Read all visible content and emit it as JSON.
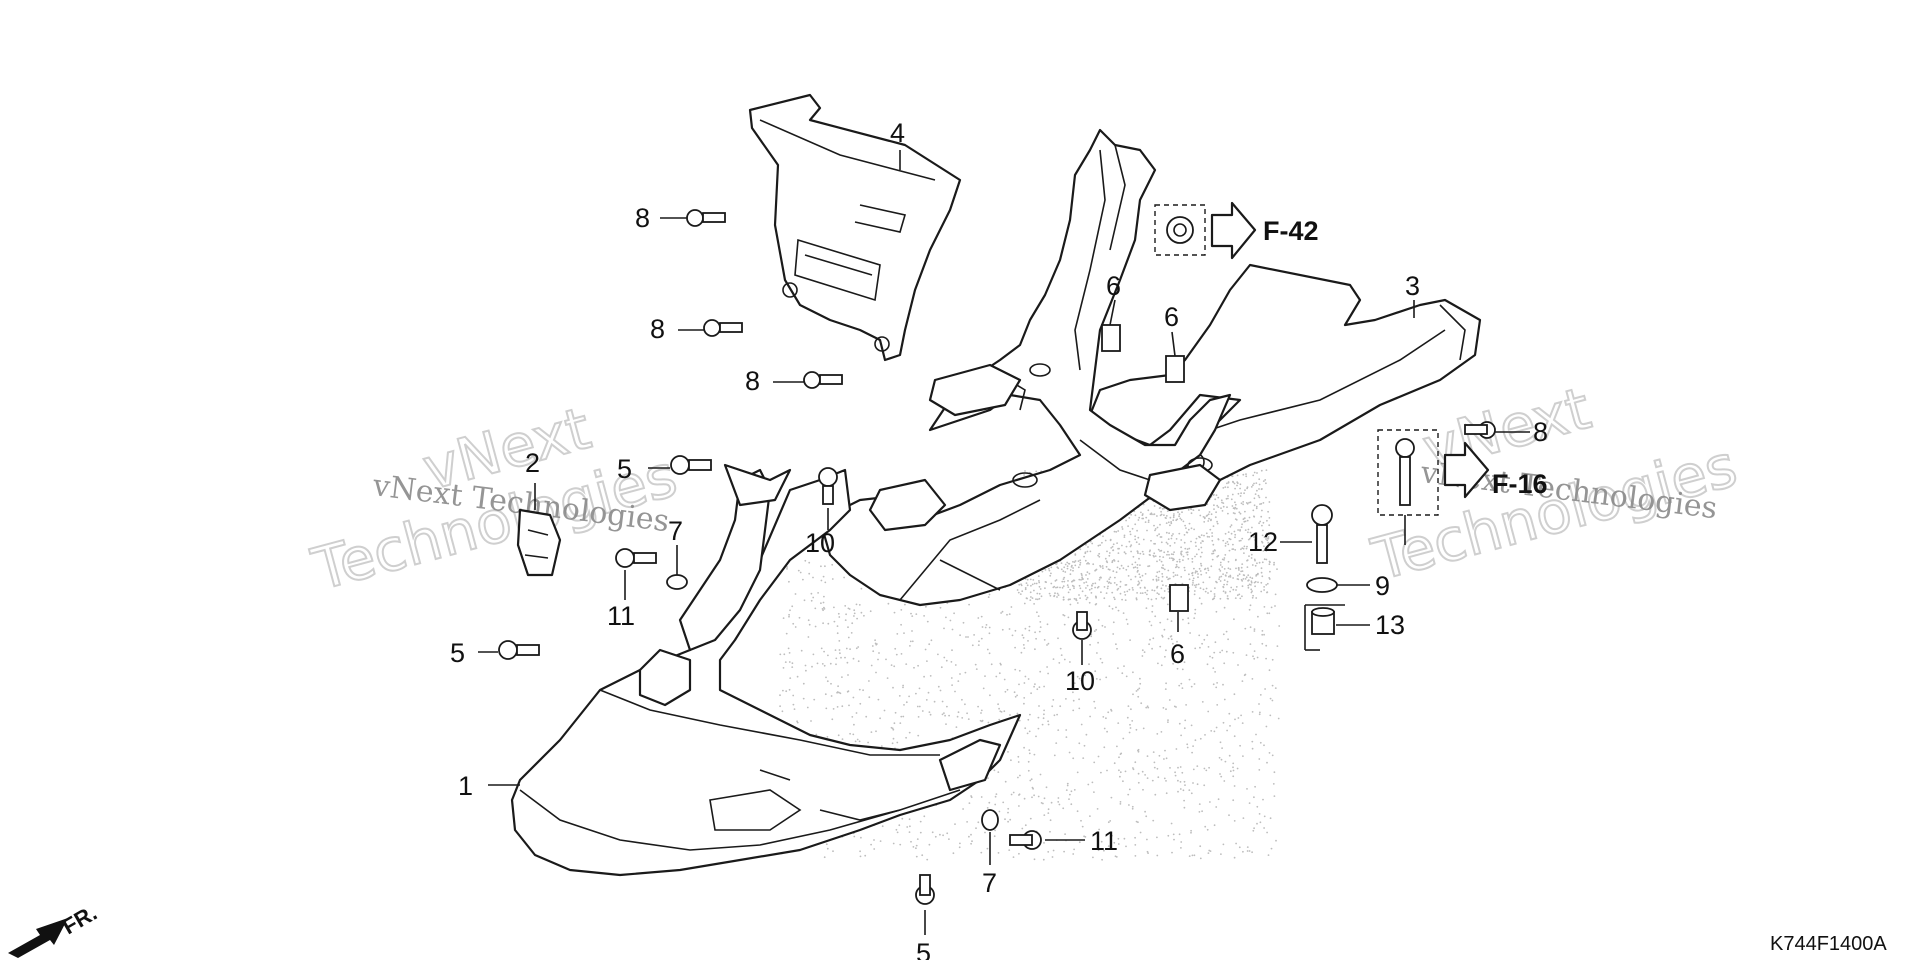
{
  "diagram": {
    "figure_code": "K744F1400A",
    "direction_label": "FR.",
    "refs": {
      "f42": "F-42",
      "f16": "F-16"
    },
    "callouts": {
      "c1": "1",
      "c2": "2",
      "c3": "3",
      "c4": "4",
      "c5a": "5",
      "c5b": "5",
      "c5c": "5",
      "c6a": "6",
      "c6b": "6",
      "c6c": "6",
      "c7a": "7",
      "c7b": "7",
      "c8a": "8",
      "c8b": "8",
      "c8c": "8",
      "c8d": "8",
      "c9": "9",
      "c10a": "10",
      "c10b": "10",
      "c11a": "11",
      "c11b": "11",
      "c12": "12",
      "c13": "13"
    },
    "watermark": {
      "line1": "vNext Technologies",
      "line2a": "vNext",
      "line2b": "Technologies",
      "line3": "vNext Technologies",
      "line4a": "vNext",
      "line4b": "Technologies"
    }
  }
}
